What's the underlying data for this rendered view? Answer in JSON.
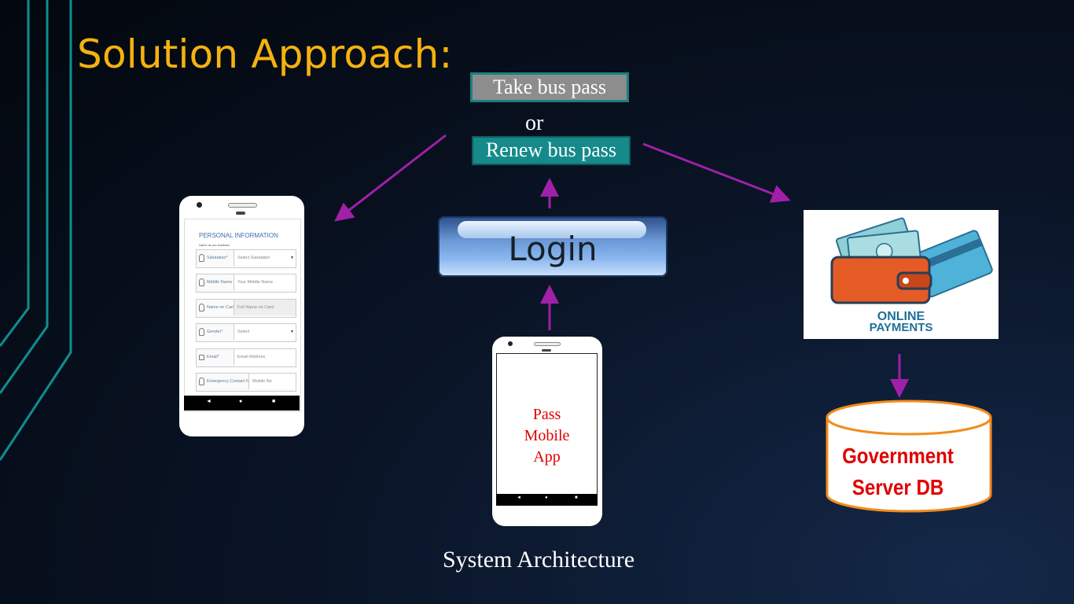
{
  "slide": {
    "title": "Solution Approach:",
    "caption": "System Architecture"
  },
  "choices": {
    "take": "Take bus pass",
    "or": "or",
    "renew": "Renew bus pass"
  },
  "login": {
    "label": "Login"
  },
  "app_phone": {
    "name_lines": [
      "Pass",
      "Mobile",
      "App"
    ]
  },
  "form_phone": {
    "heading": "PERSONAL INFORMATION",
    "subheading": "Name as per Aadhaar",
    "fields": [
      {
        "label": "Salutation*",
        "value": "Select Salutation",
        "dropdown": true
      },
      {
        "label": "Middle Name",
        "value": "Your Middle Name",
        "dropdown": false
      },
      {
        "label": "Name on Card",
        "value": "Full Name on Card",
        "dropdown": false
      },
      {
        "label": "Gender*",
        "value": "Select",
        "dropdown": true
      },
      {
        "label": "Email*",
        "value": "Email Address",
        "dropdown": false
      },
      {
        "label": "Emergency Contact No",
        "value": "Mobile No",
        "dropdown": false
      }
    ]
  },
  "payments": {
    "line1": "ONLINE",
    "line2": "PAYMENTS"
  },
  "database": {
    "line1": "Government",
    "line2": "Server DB"
  },
  "colors": {
    "title": "#f5b20f",
    "arrow": "#a020a8",
    "accent_teal": "#168a8a",
    "db_label": "#e00000"
  }
}
